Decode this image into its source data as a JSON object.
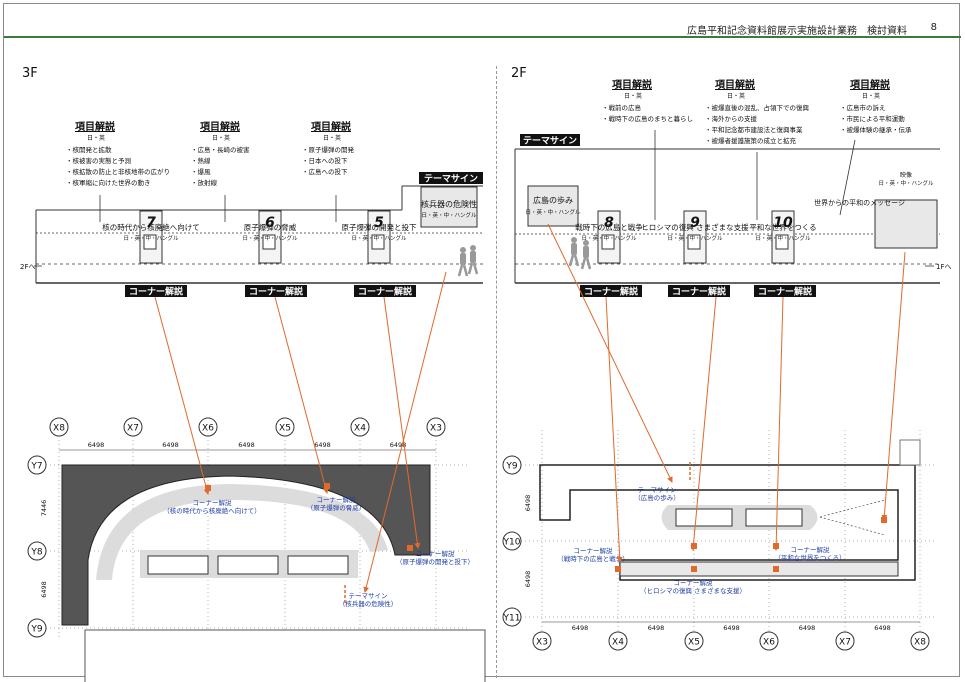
{
  "header": {
    "title": "広島平和記念資料館展示実施設計業務　検討資料",
    "page": "8"
  },
  "floors": {
    "left": "3F",
    "right": "2F"
  },
  "labels": {
    "kaisetsu": "項目解説",
    "lang2": "日・英",
    "lang4": "日・英・中・ハングル",
    "corner": "コーナー解説",
    "theme": "テーマサイン",
    "eizo": "映像",
    "to2f": "2Fへ",
    "to1f": "1Fへ"
  },
  "f3": {
    "items": [
      {
        "bullets": [
          "・核開発と拡散",
          "・核被害の実態と予測",
          "・核拡散の防止と非核地帯の広がり",
          "・核軍縮に向けた世界の動き"
        ]
      },
      {
        "bullets": [
          "・広島・長崎の被害",
          "・熱線",
          "・爆風",
          "・放射線"
        ]
      },
      {
        "bullets": [
          "・原子爆弾の開発",
          "・日本への投下",
          "・広島への投下"
        ]
      }
    ],
    "sections": [
      {
        "num": "7",
        "title": "核の時代から核廃絶へ向けて"
      },
      {
        "num": "6",
        "title": "原子爆弾の脅威"
      },
      {
        "num": "5",
        "title": "原子爆弾の開発と投下"
      }
    ],
    "theme_title": "核兵器の危険性",
    "plan_callouts": [
      {
        "l1": "コーナー解説",
        "l2": "（核の時代から核廃絶へ向けて）"
      },
      {
        "l1": "コーナー解説",
        "l2": "（原子爆弾の脅威）"
      },
      {
        "l1": "コーナー解説",
        "l2": "（原子爆弾の開発と投下）"
      },
      {
        "l1": "テーマサイン",
        "l2": "（核兵器の危険性）"
      }
    ],
    "axes_x": [
      "X8",
      "X7",
      "X6",
      "X5",
      "X4",
      "X3"
    ],
    "axes_y": [
      "Y7",
      "Y8",
      "Y9"
    ],
    "dims_x": [
      "6498",
      "6498",
      "6498",
      "6498",
      "6498"
    ],
    "dims_y": [
      "7446",
      "6498"
    ]
  },
  "f2": {
    "items": [
      {
        "bullets": [
          "・戦前の広島",
          "・戦時下の広島のまちと暮らし"
        ]
      },
      {
        "bullets": [
          "・被爆直後の混乱、占領下での復興",
          "・海外からの支援",
          "・平和記念都市建設法と復興事業",
          "・被爆者援護施策の成立と拡充"
        ]
      },
      {
        "bullets": [
          "・広島市の訴え",
          "・市民による平和運動",
          "・被爆体験の継承・伝承"
        ]
      }
    ],
    "intro_title": "広島の歩み",
    "sections": [
      {
        "num": "8",
        "title": "戦時下の広島と戦争"
      },
      {
        "num": "9",
        "title": "ヒロシマの復興 さまざまな支援"
      },
      {
        "num": "10",
        "title": "平和な世界をつくる"
      }
    ],
    "video_title": "世界からの平和のメッセージ",
    "plan_callouts": [
      {
        "l1": "テーマサイン",
        "l2": "（広島の歩み）"
      },
      {
        "l1": "コーナー解説",
        "l2": "（戦時下の広島と戦争）"
      },
      {
        "l1": "コーナー解説",
        "l2": "（ヒロシマの復興 さまざまな支援）"
      },
      {
        "l1": "コーナー解説",
        "l2": "（平和な世界をつくる）"
      }
    ],
    "axes_x": [
      "X3",
      "X4",
      "X5",
      "X6",
      "X7",
      "X8"
    ],
    "axes_y": [
      "Y9",
      "Y10",
      "Y11"
    ],
    "dims_x": [
      "6498",
      "6498",
      "6498",
      "6498",
      "6498"
    ],
    "dims_y": [
      "6498",
      "6498"
    ]
  },
  "colors": {
    "accent": "#e06a2b",
    "blue": "#1f3fa8",
    "header_line": "#3a7a3a",
    "black_label": "#111111"
  }
}
